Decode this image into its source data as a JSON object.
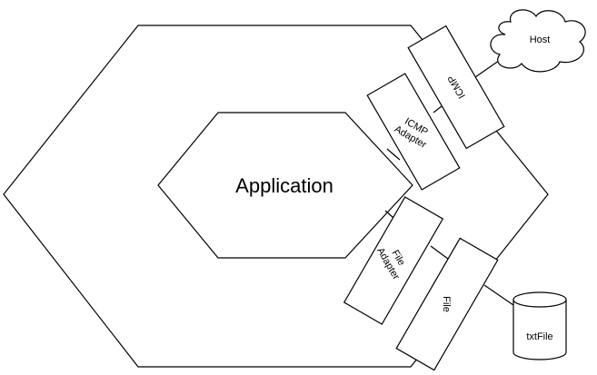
{
  "diagram": {
    "inner_hexagon": {
      "label": "Application"
    },
    "adapters": {
      "icmp_adapter": {
        "line1": "ICMP",
        "line2": "Adapter"
      },
      "file_adapter": {
        "line1": "File",
        "line2": "Adapter"
      }
    },
    "ports": {
      "icmp": {
        "label": "ICMP"
      },
      "file": {
        "label": "File"
      }
    },
    "external": {
      "host": {
        "label": "Host"
      },
      "txtfile": {
        "label": "txtFile"
      }
    }
  }
}
